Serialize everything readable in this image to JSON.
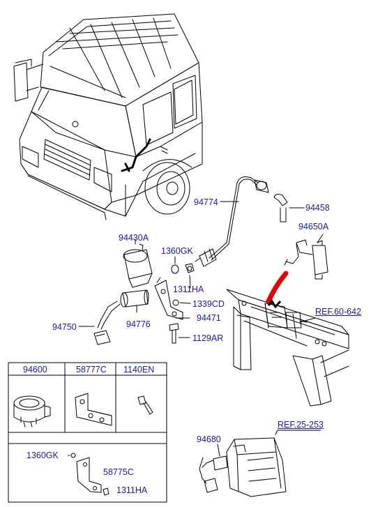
{
  "labels": {
    "p94774": "94774",
    "p94458": "94458",
    "p94650A": "94650A",
    "p94430A": "94430A",
    "p1360GK_a": "1360GK",
    "p1311HA_a": "1311HA",
    "p1339CD": "1339CD",
    "p94471": "94471",
    "p94750": "94750",
    "p94776": "94776",
    "p1129AR": "1129AR",
    "ref60": "REF.60-642",
    "ref25": "REF.25-253",
    "p94680": "94680",
    "p1360GK_b": "1360GK",
    "p58775C": "58775C",
    "p1311HA_b": "1311HA"
  },
  "table_headers": [
    "94600",
    "58777C",
    "1140EN"
  ],
  "colors": {
    "label": "#1a1aa6",
    "line": "#000000",
    "highlight": "#e00000"
  }
}
